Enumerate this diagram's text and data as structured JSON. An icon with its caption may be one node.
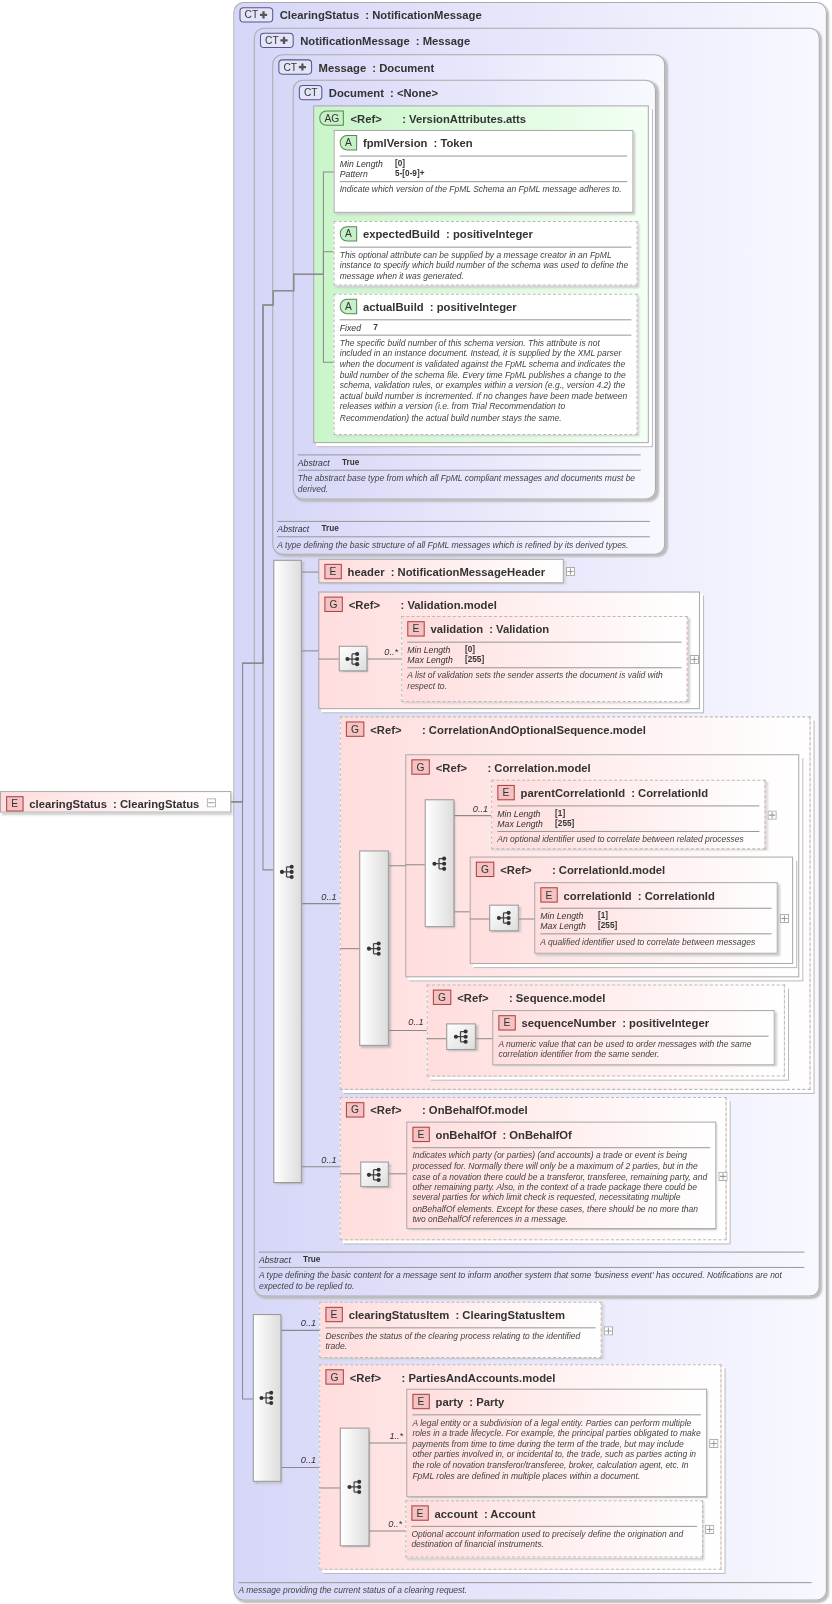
{
  "diagram": {
    "nodes": [
      {
        "text": [
          "E",
          "clearingStatus",
          ": ClearingStatus"
        ]
      },
      {
        "text": [
          "CT",
          "ClearingStatus",
          ": NotificationMessage",
          "A message providing the current status of a clearing request."
        ]
      },
      {
        "text": [
          "CT",
          "NotificationMessage",
          ": Message",
          "Abstract",
          "True",
          "A type defining the basic content for a message sent to inform another system that some 'business event' has occured. Notifications are not expected to be replied to."
        ],
        "in": 1
      },
      {
        "text": [
          "CT",
          "Message",
          ": Document",
          "Abstract",
          "True",
          "A type defining the basic structure of all FpML messages which is refined by its derived types."
        ],
        "in": 2
      },
      {
        "text": [
          "CT",
          "Document",
          ": <None>",
          "Abstract",
          "True",
          "The abstract base type from which all FpML compliant messages and documents must be derived."
        ],
        "in": 3
      },
      {
        "text": [
          "AG",
          "<Ref>",
          ": VersionAttributes.atts"
        ],
        "in": 4
      },
      {
        "text": [
          "A",
          "fpmlVersion",
          ": Token",
          "Min Length",
          "[0]",
          "Pattern",
          "5-[0-9]+",
          "Indicate which version of the FpML Schema an FpML message adheres to."
        ],
        "in": 5
      },
      {
        "text": [
          "A",
          "expectedBuild",
          ": positiveInteger",
          "This optional attribute can be supplied by a message creator in an FpML instance to specify which build number of the schema was used to define the message when it was generated."
        ],
        "in": 5
      },
      {
        "text": [
          "A",
          "actualBuild",
          ": positiveInteger",
          "Fixed",
          "7",
          "The specific build number of this schema version. This attribute is not included in an instance document. Instead, it is supplied by the XML parser when the document is validated against the FpML schema and indicates the build number of the schema file. Every time FpML publishes a change to the schema, validation rules, or examples within a version (e.g., version 4.2) the actual build number is incremented. If no changes have been made between releases within a version (i.e. from Trial Recommendation to Recommendation) the actual build number stays the same."
        ],
        "in": 5
      },
      {
        "text": [],
        "shape": "bar",
        "in": 2
      },
      {
        "text": [
          "E",
          "header",
          ": NotificationMessageHeader"
        ],
        "in": 2
      },
      {
        "text": [
          "G",
          "<Ref>",
          ": Validation.model"
        ],
        "in": 2
      },
      {
        "text": [],
        "shape": "box",
        "in": 11
      },
      {
        "text": [
          "E",
          "validation",
          ": Validation",
          "Min Length",
          "[0]",
          "Max Length",
          "[255]",
          "A list of validation sets the sender asserts the document is valid with respect to."
        ],
        "in": 11
      },
      {
        "text": [
          "G",
          "<Ref>",
          ": CorrelationAndOptionalSequence.model"
        ],
        "in": 2
      },
      {
        "text": [],
        "shape": "bar",
        "in": 14
      },
      {
        "text": [
          "G",
          "<Ref>",
          ": Correlation.model"
        ],
        "in": 14
      },
      {
        "text": [],
        "shape": "bar",
        "in": 16
      },
      {
        "text": [
          "E",
          "parentCorrelationId",
          ": CorrelationId",
          "Min Length",
          "[1]",
          "Max Length",
          "[255]",
          "An optional identifier used to correlate between related processes"
        ],
        "in": 16
      },
      {
        "text": [
          "G",
          "<Ref>",
          ": CorrelationId.model"
        ],
        "in": 16
      },
      {
        "text": [],
        "shape": "box",
        "in": 19
      },
      {
        "text": [
          "E",
          "correlationId",
          ": CorrelationId",
          "Min Length",
          "[1]",
          "Max Length",
          "[255]",
          "A qualified identifier used to correlate between messages"
        ],
        "in": 19
      },
      {
        "text": [
          "G",
          "<Ref>",
          ": Sequence.model"
        ],
        "in": 14
      },
      {
        "text": [],
        "shape": "box",
        "in": 22
      },
      {
        "text": [
          "E",
          "sequenceNumber",
          ": positiveInteger",
          "A numeric value that can be used to order messages with the same correlation identifier from the same sender."
        ],
        "in": 22
      },
      {
        "text": [
          "G",
          "<Ref>",
          ": OnBehalfOf.model"
        ],
        "in": 2
      },
      {
        "text": [],
        "shape": "box",
        "in": 25
      },
      {
        "text": [
          "E",
          "onBehalfOf",
          ": OnBehalfOf",
          "Indicates which party (or parties) (and accounts) a trade or event is being processed for. Normally there will only be a maximum of 2 parties, but in the case of a novation there could be a transferor, transferee, remaining party, and other remaining party. Also, in the context of a trade package there could be several parties for which limit check is requested, necessitating multiple onBehalfOf elements. Except for these cases, there should be no more than two onBehalfOf references in a message."
        ],
        "in": 25
      },
      {
        "text": [],
        "shape": "bar",
        "in": 1
      },
      {
        "text": [
          "E",
          "clearingStatusItem",
          ": ClearingStatusItem",
          "Describes the status of the clearing process relating to the identified trade."
        ],
        "in": 1
      },
      {
        "text": [
          "G",
          "<Ref>",
          ": PartiesAndAccounts.model"
        ],
        "in": 1
      },
      {
        "text": [],
        "shape": "bar",
        "in": 30
      },
      {
        "text": [
          "E",
          "party",
          ": Party",
          "A legal entity or a subdivision of a legal entity. Parties can perform multiple roles in a trade lifecycle. For example, the principal parties obligated to make payments from time to time during the term of the trade, but may include other parties involved in, or incidental to, the trade, such as parties acting in the role of novation transferor/transferee, broker, calculation agent, etc. In FpML roles are defined in multiple places within a document."
        ],
        "in": 30
      },
      {
        "text": [
          "E",
          "account",
          ": Account",
          "Optional account information used to precisely define the origination and destination of financial instruments."
        ],
        "in": 30
      }
    ],
    "edges": [
      {
        "from": 0,
        "to": 6,
        "arrow": "none"
      },
      {
        "from": 0,
        "to": 7,
        "arrow": "none"
      },
      {
        "from": 0,
        "to": 8,
        "arrow": "none"
      },
      {
        "from": 0,
        "to": 9,
        "arrow": "none"
      },
      {
        "from": 0,
        "to": 28,
        "arrow": "none"
      },
      {
        "from": 9,
        "to": 10,
        "arrow": "none"
      },
      {
        "from": 9,
        "to": 11,
        "arrow": "none"
      },
      {
        "from": 9,
        "to": 14,
        "arrow": "none",
        "label": "0..1"
      },
      {
        "from": 9,
        "to": 25,
        "arrow": "none",
        "label": "0..1"
      },
      {
        "from": 11,
        "to": 12,
        "arrow": "none"
      },
      {
        "from": 12,
        "to": 13,
        "arrow": "none",
        "label": "0..*"
      },
      {
        "from": 14,
        "to": 15,
        "arrow": "none"
      },
      {
        "from": 15,
        "to": 16,
        "arrow": "none"
      },
      {
        "from": 15,
        "to": 22,
        "arrow": "none",
        "label": "0..1"
      },
      {
        "from": 16,
        "to": 17,
        "arrow": "none"
      },
      {
        "from": 17,
        "to": 18,
        "arrow": "none",
        "label": "0..1"
      },
      {
        "from": 17,
        "to": 19,
        "arrow": "none"
      },
      {
        "from": 19,
        "to": 20,
        "arrow": "none"
      },
      {
        "from": 20,
        "to": 21,
        "arrow": "none"
      },
      {
        "from": 22,
        "to": 23,
        "arrow": "none"
      },
      {
        "from": 23,
        "to": 24,
        "arrow": "none"
      },
      {
        "from": 25,
        "to": 26,
        "arrow": "none"
      },
      {
        "from": 26,
        "to": 27,
        "arrow": "none"
      },
      {
        "from": 28,
        "to": 29,
        "arrow": "none",
        "label": "0..1"
      },
      {
        "from": 28,
        "to": 30,
        "arrow": "none",
        "label": "0..1"
      },
      {
        "from": 30,
        "to": 31,
        "arrow": "none"
      },
      {
        "from": 31,
        "to": 32,
        "arrow": "none",
        "label": "1..*"
      },
      {
        "from": 31,
        "to": 33,
        "arrow": "none",
        "label": "0..*"
      }
    ]
  }
}
